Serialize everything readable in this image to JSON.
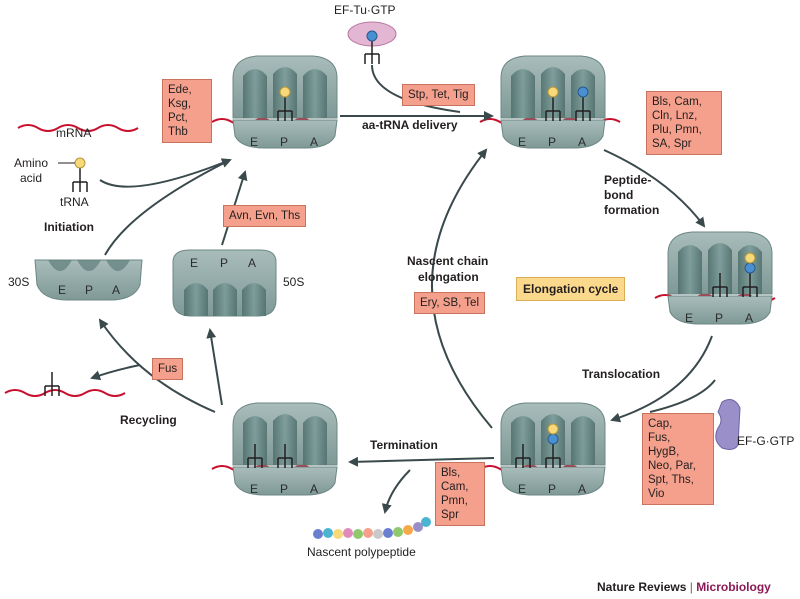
{
  "labels": {
    "ef_tu": "EF-Tu·GTP",
    "ef_g": "EF-G·GTP",
    "mrna": "mRNA",
    "amino": "Amino",
    "acid": "acid",
    "trna": "tRNA",
    "small_subunit": "30S",
    "large_subunit": "50S",
    "nascent_polypeptide": "Nascent polypeptide"
  },
  "steps": {
    "aa_trna_delivery": "aa-tRNA delivery",
    "initiation": "Initiation",
    "peptide_1": "Peptide-",
    "peptide_2": "bond",
    "peptide_3": "formation",
    "nascent_1": "Nascent chain",
    "nascent_2": "elongation",
    "translocation": "Translocation",
    "termination": "Termination",
    "recycling": "Recycling",
    "elongation_cycle": "Elongation cycle"
  },
  "antibiotic_boxes": {
    "initiation": [
      "Ede,",
      "Ksg,",
      "Pct,",
      "Thb"
    ],
    "delivery": [
      "Stp, Tet, Tig"
    ],
    "peptide_bond": [
      "Bls, Cam,",
      "Cln, Lnz,",
      "Plu, Pmn,",
      "SA, Spr"
    ],
    "subunit_join": [
      "Avn, Evn, Ths"
    ],
    "elongation": [
      "Ery, SB, Tel"
    ],
    "translocation": [
      "Cap,",
      "Fus,",
      "HygB,",
      "Neo, Par,",
      "Spt, Ths,",
      "Vio"
    ],
    "termination": [
      "Bls,",
      "Cam,",
      "Pmn,",
      "Spr"
    ],
    "recycling": [
      "Fus"
    ]
  },
  "site_labels": [
    "E",
    "P",
    "A"
  ],
  "journal": {
    "name": "Nature Reviews",
    "separator": "|",
    "section": "Microbiology"
  },
  "colors": {
    "ribosome": "#8fa9a6",
    "ribosome_dark": "#5f7d7a",
    "mrna": "#c8102e",
    "antibiotic_box": "#f4a08c",
    "cycle_box": "#fbd98c",
    "arrow": "#3a4a4c",
    "ef_tu": "#e3b6d4",
    "ef_g": "#9b8fc9",
    "amino_acid_yellow": "#f7d97a",
    "amino_acid_blue": "#4a8fd1"
  }
}
